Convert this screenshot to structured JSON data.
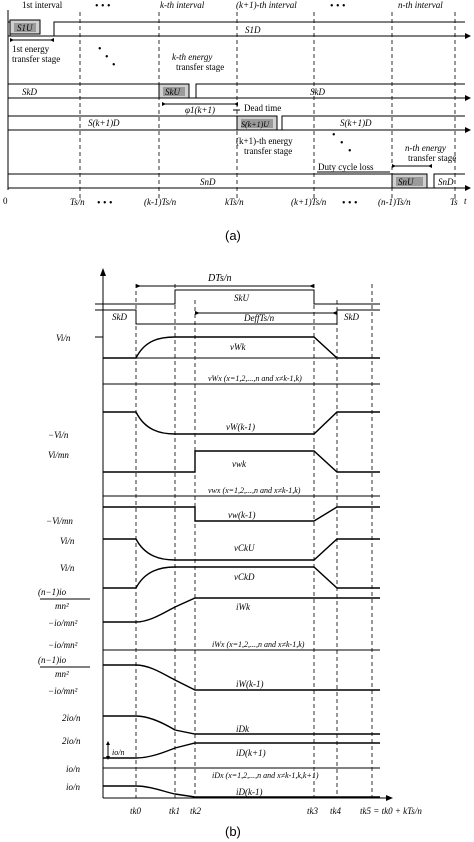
{
  "part_a": {
    "caption": "(a)",
    "interval_labels": {
      "first": "1st interval",
      "kth": "k-th interval",
      "k1th": "(k+1)-th interval",
      "nth": "n-th interval"
    },
    "dots": "• • •",
    "signals": {
      "s1u": "S1U",
      "s1d": "S1D",
      "skd": "SkD",
      "sku": "SkU",
      "sk1d": "S(k+1)D",
      "sk1u": "S(k+1)U",
      "snd": "SnD",
      "snu": "SnU"
    },
    "annotations": {
      "first_stage_1": "1st energy",
      "first_stage_2": "transfer stage",
      "kth_stage_1": "k-th energy",
      "kth_stage_2": "transfer stage",
      "phi": "φ1(k+1)",
      "dead_time": "Dead time",
      "k1_stage_1": "(k+1)-th energy",
      "k1_stage_2": "transfer stage",
      "duty_loss": "Duty cycle loss",
      "nth_stage_1": "n-th energy",
      "nth_stage_2": "transfer stage"
    },
    "axis": {
      "zero": "0",
      "t": "t",
      "ts_n": "Ts/n",
      "k_1": "(k-1)Ts/n",
      "k": "kTs/n",
      "k_plus": "(k+1)Ts/n",
      "n_1": "(n-1)Ts/n",
      "ts": "Ts"
    }
  },
  "part_b": {
    "caption": "(b)",
    "top": {
      "dts_n": "DTs/n",
      "sku": "SkU",
      "skd_left": "SkD",
      "skd_right": "SkD",
      "deff": "DeffTs/n"
    },
    "left_labels": {
      "vi_n": "Vi/n",
      "neg_vi_n": "−Vi/n",
      "vi_mn": "Vi/mn",
      "neg_vi_mn": "−Vi/mn",
      "vi_n2": "Vi/n",
      "vi_n3": "Vi/n",
      "n1io_1": "(n−1)io",
      "n1io_2": "mn²",
      "neg_io_mn2": "−io/mn²",
      "neg_io_mn2b": "−io/mn²",
      "n1io_3": "(n−1)io",
      "n1io_4": "mn²",
      "neg_io_mn2c": "−io/mn²",
      "two_io_n": "2io/n",
      "two_io_n2": "2io/n",
      "io_n_inner": "io/n",
      "io_n": "io/n",
      "io_n2": "io/n"
    },
    "waveforms": {
      "vwk": "vWk",
      "vwx": "vWx (x=1,2,...,n and x≠k-1,k)",
      "vwk1": "vW(k-1)",
      "vwk_small": "vwk",
      "vwx_small": "vwx (x=1,2,...,n and x≠k-1,k)",
      "vwk1_small": "vw(k-1)",
      "vcku": "vCkU",
      "vckd": "vCkD",
      "iwk": "iWk",
      "iwx": "iWx (x=1,2,...,n and x≠k-1,k)",
      "iwk1": "iW(k-1)",
      "idk": "iDk",
      "idk1": "iD(k+1)",
      "idx": "iDx (x=1,2,...,n and x≠k-1,k,k+1)",
      "idk_1": "iD(k-1)"
    },
    "time_labels": {
      "tk0": "tk0",
      "tk1": "tk1",
      "tk2": "tk2",
      "tk3": "tk3",
      "tk4": "tk4",
      "tk5": "tk5 = tk0 + kTs/n"
    }
  }
}
